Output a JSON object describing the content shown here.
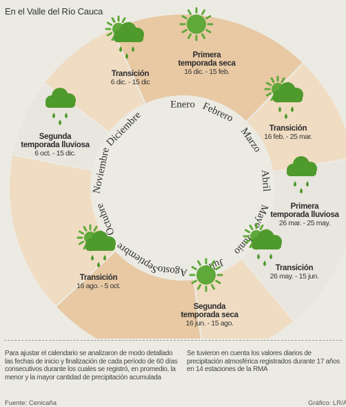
{
  "header": {
    "title": "En el Valle del Río Cauca"
  },
  "colors": {
    "dry": "#e8c9a4",
    "transition": "#f0dcc3",
    "rainy": "#e8e6df",
    "icon_green": "#4f9a2c",
    "sun_green": "#5fa83a"
  },
  "months": [
    "Enero",
    "Febrero",
    "Marzo",
    "Abril",
    "Mayo",
    "Junio",
    "Julio",
    "Agosto",
    "Septiembre",
    "Octubre",
    "Noviembre",
    "Diciembre"
  ],
  "segments": [
    {
      "name": "Primera temporada seca",
      "name_lines": [
        "Primera",
        "temporada seca"
      ],
      "dates": "16 dic. - 15 feb.",
      "type": "dry",
      "icon": "sun-icon"
    },
    {
      "name": "Transición",
      "name_lines": [
        "Transición"
      ],
      "dates": "16 feb. - 25 mar.",
      "type": "transition",
      "icon": "sun-cloud-rain-icon"
    },
    {
      "name": "Primera temporada lluviosa",
      "name_lines": [
        "Primera",
        "temporada lluviosa"
      ],
      "dates": "26 mar. - 25 may.",
      "type": "rainy",
      "icon": "rain-cloud-icon"
    },
    {
      "name": "Transición",
      "name_lines": [
        "Transición"
      ],
      "dates": "26 may. - 15 jun.",
      "type": "transition",
      "icon": "sun-cloud-rain-icon"
    },
    {
      "name": "Segunda temporada seca",
      "name_lines": [
        "Segunda",
        "temporada seca"
      ],
      "dates": "16 jun. - 15 ago.",
      "type": "dry",
      "icon": "sun-icon"
    },
    {
      "name": "Transición",
      "name_lines": [
        "Transición"
      ],
      "dates": "16 ago. - 5 oct.",
      "type": "transition",
      "icon": "sun-cloud-rain-icon"
    },
    {
      "name": "Segunda temporada lluviosa",
      "name_lines": [
        "Segunda",
        "temporada lluviosa"
      ],
      "dates": "6 oct. - 15 dic.",
      "type": "rainy",
      "icon": "rain-cloud-icon"
    },
    {
      "name": "Transición",
      "name_lines": [
        "Transición"
      ],
      "dates": "6 dic. - 15 dic",
      "type": "transition",
      "icon": "sun-cloud-rain-icon"
    }
  ],
  "notes": [
    "Para ajustar el calendario se analizaron de modo detallado las fechas de inicio y finalización de cada período de 60 días consecutivos durante los cuales se registró, en promedio, la menor y la mayor cantidad de precipitación acumulada",
    "Se tuvieron en cuenta los valores diarios de precipitación atmosférica registrados durante 17 años en 14 estaciones de la RMA"
  ],
  "source": "Fuente: Cenicaña",
  "credit": "Gráfico: LR/AT"
}
